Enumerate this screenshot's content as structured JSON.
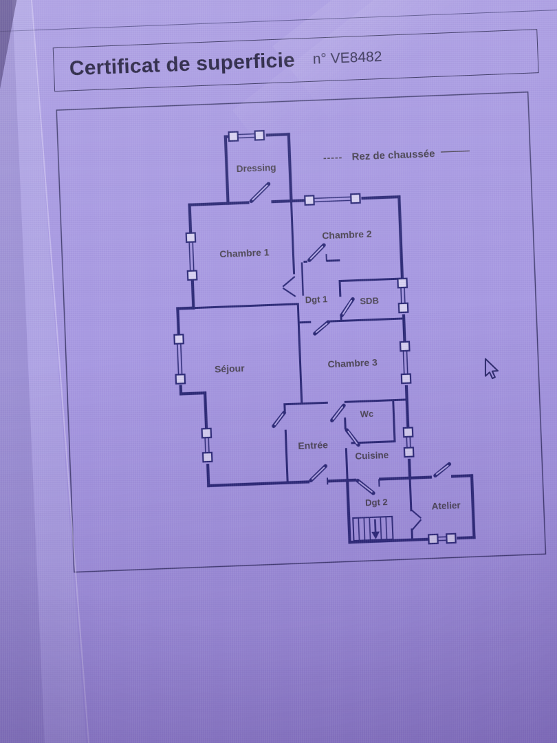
{
  "document": {
    "title": "Certificat de superficie",
    "certificate_number": "n° VE8482"
  },
  "plan": {
    "floor_label": "Rez de chaussée",
    "floor_label_dashes_left": "-----",
    "floor_label_dashes_right": "———",
    "rooms": [
      {
        "id": "dressing",
        "label": "Dressing"
      },
      {
        "id": "chambre-1",
        "label": "Chambre 1"
      },
      {
        "id": "chambre-2",
        "label": "Chambre 2"
      },
      {
        "id": "dgt-1",
        "label": "Dgt 1"
      },
      {
        "id": "sdb",
        "label": "SDB"
      },
      {
        "id": "sejour",
        "label": "Séjour"
      },
      {
        "id": "chambre-3",
        "label": "Chambre 3"
      },
      {
        "id": "wc",
        "label": "Wc"
      },
      {
        "id": "entree",
        "label": "Entrée"
      },
      {
        "id": "cuisine",
        "label": "Cuisine"
      },
      {
        "id": "dgt-2",
        "label": "Dgt 2"
      },
      {
        "id": "atelier",
        "label": "Atelier"
      }
    ],
    "colors": {
      "wall": "#2c2a76",
      "room_label": "#4b4552",
      "window_fill": "#d8d2f2",
      "page_background": "#a89ae2"
    }
  }
}
